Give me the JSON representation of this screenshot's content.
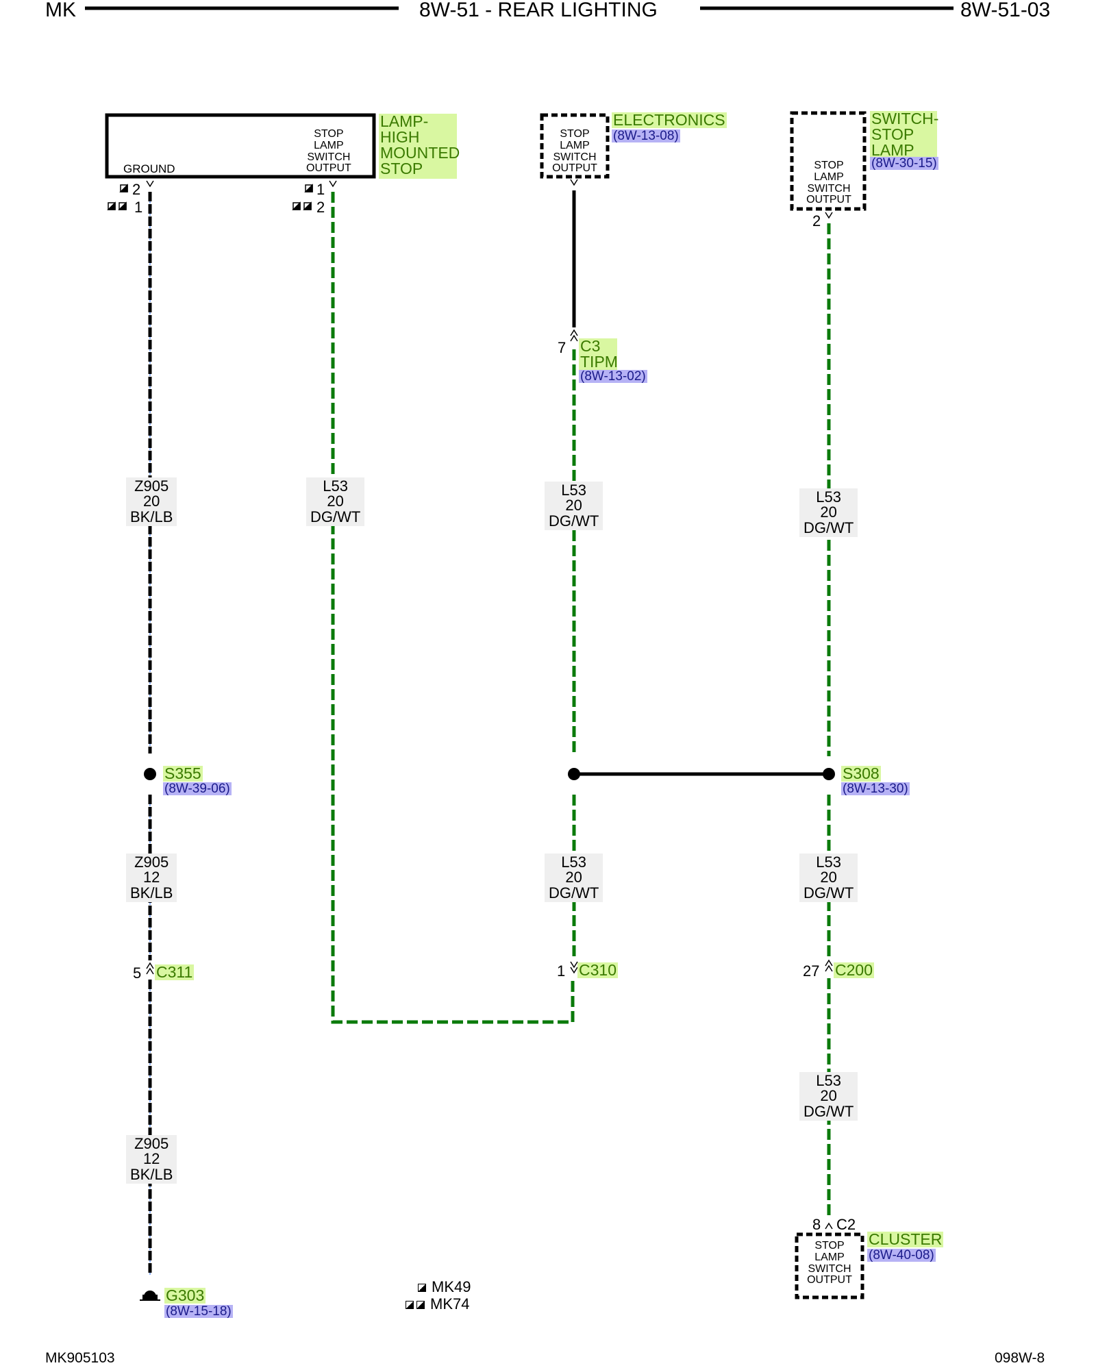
{
  "header": {
    "left": "MK",
    "title": "8W-51 - REAR LIGHTING",
    "right": "8W-51-03"
  },
  "footer": {
    "left": "MK905103",
    "right": "098W-8"
  },
  "components": {
    "chmsl": {
      "name_lines": [
        "LAMP-",
        "HIGH",
        "MOUNTED",
        "STOP"
      ],
      "ground_label": "GROUND",
      "output_label_lines": [
        "STOP",
        "LAMP",
        "SWITCH",
        "OUTPUT"
      ],
      "pins": {
        "ground_a": "2",
        "ground_b": "1",
        "output_a": "1",
        "output_b": "2"
      }
    },
    "electronics": {
      "name": "ELECTRONICS",
      "ref": "(8W-13-08)",
      "label_lines": [
        "STOP",
        "LAMP",
        "SWITCH",
        "OUTPUT"
      ]
    },
    "switch": {
      "name_lines": [
        "SWITCH-",
        "STOP",
        "LAMP"
      ],
      "ref": "(8W-30-15)",
      "label_lines": [
        "STOP",
        "LAMP",
        "SWITCH",
        "OUTPUT"
      ],
      "pin": "2"
    },
    "cluster": {
      "name": "CLUSTER",
      "ref": "(8W-40-08)",
      "label_lines": [
        "STOP",
        "LAMP",
        "SWITCH",
        "OUTPUT"
      ],
      "pin": "8",
      "connector": "C2"
    }
  },
  "connectors": {
    "c3": {
      "pin": "7",
      "name_lines": [
        "C3",
        "TIPM"
      ],
      "ref": "(8W-13-02)"
    },
    "c311": {
      "pin": "5",
      "name": "C311"
    },
    "c310": {
      "pin": "1",
      "name": "C310"
    },
    "c200": {
      "pin": "27",
      "name": "C200"
    }
  },
  "splices": {
    "s355": {
      "name": "S355",
      "ref": "(8W-39-06)"
    },
    "s308": {
      "name": "S308",
      "ref": "(8W-13-30)"
    }
  },
  "ground": {
    "name": "G303",
    "ref": "(8W-15-18)"
  },
  "wires": [
    {
      "circuit": "Z905",
      "gauge": "20",
      "color": "BK/LB"
    },
    {
      "circuit": "L53",
      "gauge": "20",
      "color": "DG/WT"
    },
    {
      "circuit": "L53",
      "gauge": "20",
      "color": "DG/WT"
    },
    {
      "circuit": "L53",
      "gauge": "20",
      "color": "DG/WT"
    },
    {
      "circuit": "Z905",
      "gauge": "12",
      "color": "BK/LB"
    },
    {
      "circuit": "L53",
      "gauge": "20",
      "color": "DG/WT"
    },
    {
      "circuit": "L53",
      "gauge": "20",
      "color": "DG/WT"
    },
    {
      "circuit": "Z905",
      "gauge": "12",
      "color": "BK/LB"
    },
    {
      "circuit": "L53",
      "gauge": "20",
      "color": "DG/WT"
    }
  ],
  "legend": [
    {
      "icon": "single-square-icon",
      "text": "MK49"
    },
    {
      "icon": "double-square-icon",
      "text": "MK74"
    }
  ],
  "colors": {
    "wire_green": "#0a7a0a",
    "wire_black": "#000000",
    "wire_stripe_blue": "#8fb3ff",
    "component_highlight": "#d9f7a1",
    "reference_highlight": "#b6b2f5"
  }
}
